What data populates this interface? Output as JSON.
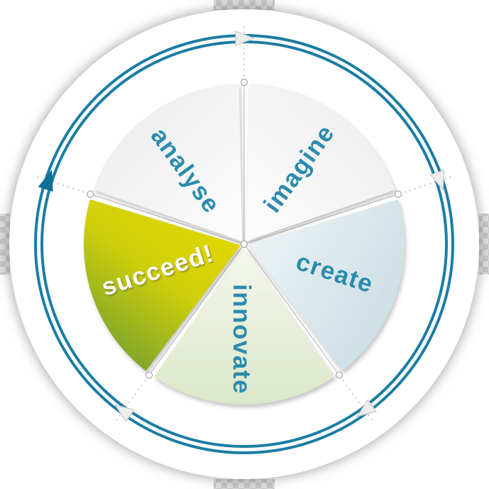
{
  "diagram": {
    "name": "innovation-cycle-wheel",
    "segments": [
      {
        "label": "analyse",
        "label_color": "#2b8cad",
        "fill_start": "#fdfdfd",
        "fill_end": "#e9e9e9"
      },
      {
        "label": "imagine",
        "label_color": "#2b8cad",
        "fill_start": "#fdfdfd",
        "fill_end": "#ebebeb"
      },
      {
        "label": "create",
        "label_color": "#2b8cad",
        "fill_start": "#f0f5f6",
        "fill_end": "#ccdee4"
      },
      {
        "label": "innovate",
        "label_color": "#2b8cad",
        "fill_start": "#f4f7ec",
        "fill_end": "#dbe7c9"
      },
      {
        "label": "succeed!",
        "label_color": "#ffffff",
        "fill_start": "#e2d800",
        "fill_mid": "#cdce0b",
        "fill_end": "#74a02f"
      }
    ],
    "colors": {
      "ring": "#1b7da4",
      "accent_arrow": "#0f6f96",
      "faint_arrow": "#ededed",
      "faint_arrow_edge": "#c9c9c9",
      "spoke": "#b5b5b5",
      "node_stroke": "#a8a8a8",
      "disc": "#ffffff"
    }
  }
}
